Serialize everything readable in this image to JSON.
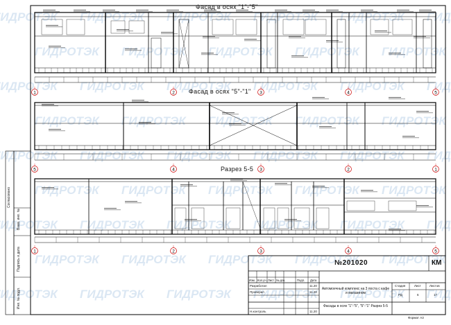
{
  "sections": [
    {
      "title": "Фасад в осях \"1\"-\"5\"",
      "axes": [
        "1",
        "2",
        "3",
        "4",
        "5"
      ]
    },
    {
      "title": "Фасад в осях \"5\"-\"1\"",
      "axes": [
        "5",
        "4",
        "3",
        "2",
        "1"
      ]
    },
    {
      "title": "Разрез 5-5",
      "axes": [
        "1",
        "2",
        "3",
        "4",
        "5"
      ]
    }
  ],
  "side_labels": [
    "Согласовано",
    "Взам. инв. №",
    "Подпись и дата",
    "Инв. № подл."
  ],
  "title_block": {
    "doc_number": "№201020",
    "mark": "КМ",
    "header": [
      "Изм.",
      "Кол.уч.",
      "Лист",
      "№ док.",
      "Подп.",
      "Дата"
    ],
    "roles": [
      "Разработал",
      "Проверил",
      "Н.контроль"
    ],
    "dates": [
      "11.20",
      "11.20",
      "11.20"
    ],
    "project": "Автомоечный комплекс на 3 поста с кафе и магазином",
    "drawing": "Фасады в осях \"1\"-\"5\", \"5\"-\"1\" Разрез 5-5",
    "stage_label": "Стадия",
    "sheet_label": "Лист",
    "sheets_label": "Листов",
    "stage": "РД",
    "sheet": "6",
    "sheets": "17",
    "format": "Формат А3"
  },
  "watermark": "ГИДРОТЭК"
}
